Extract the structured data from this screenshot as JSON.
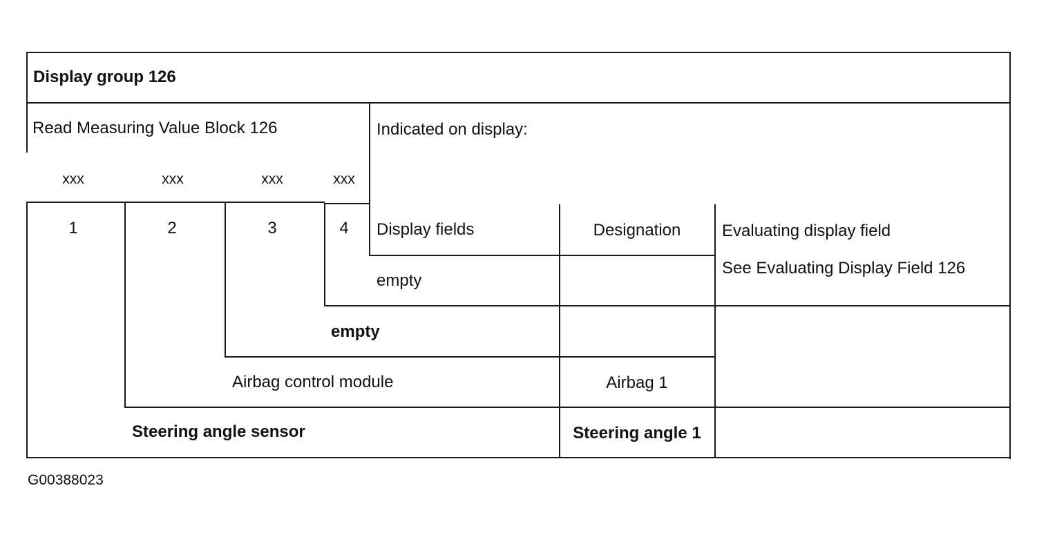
{
  "header": {
    "title": "Display group 126"
  },
  "measuring_block": {
    "label": "Read Measuring Value Block 126",
    "values": [
      "xxx",
      "xxx",
      "xxx",
      "xxx"
    ],
    "field_numbers": [
      "1",
      "2",
      "3",
      "4"
    ]
  },
  "display": {
    "indicated_label": "Indicated on display:",
    "columns": {
      "fields": "Display fields",
      "designation": "Designation",
      "evaluating": "Evaluating display field"
    },
    "evaluating_note": "See  Evaluating Display Field 126"
  },
  "rows": [
    {
      "field": "empty",
      "designation": ""
    },
    {
      "field": "empty",
      "designation": ""
    },
    {
      "field": "Airbag control module",
      "designation": "Airbag 1"
    },
    {
      "field": "Steering angle sensor",
      "designation": "Steering angle 1"
    }
  ],
  "figure_id": "G00388023"
}
